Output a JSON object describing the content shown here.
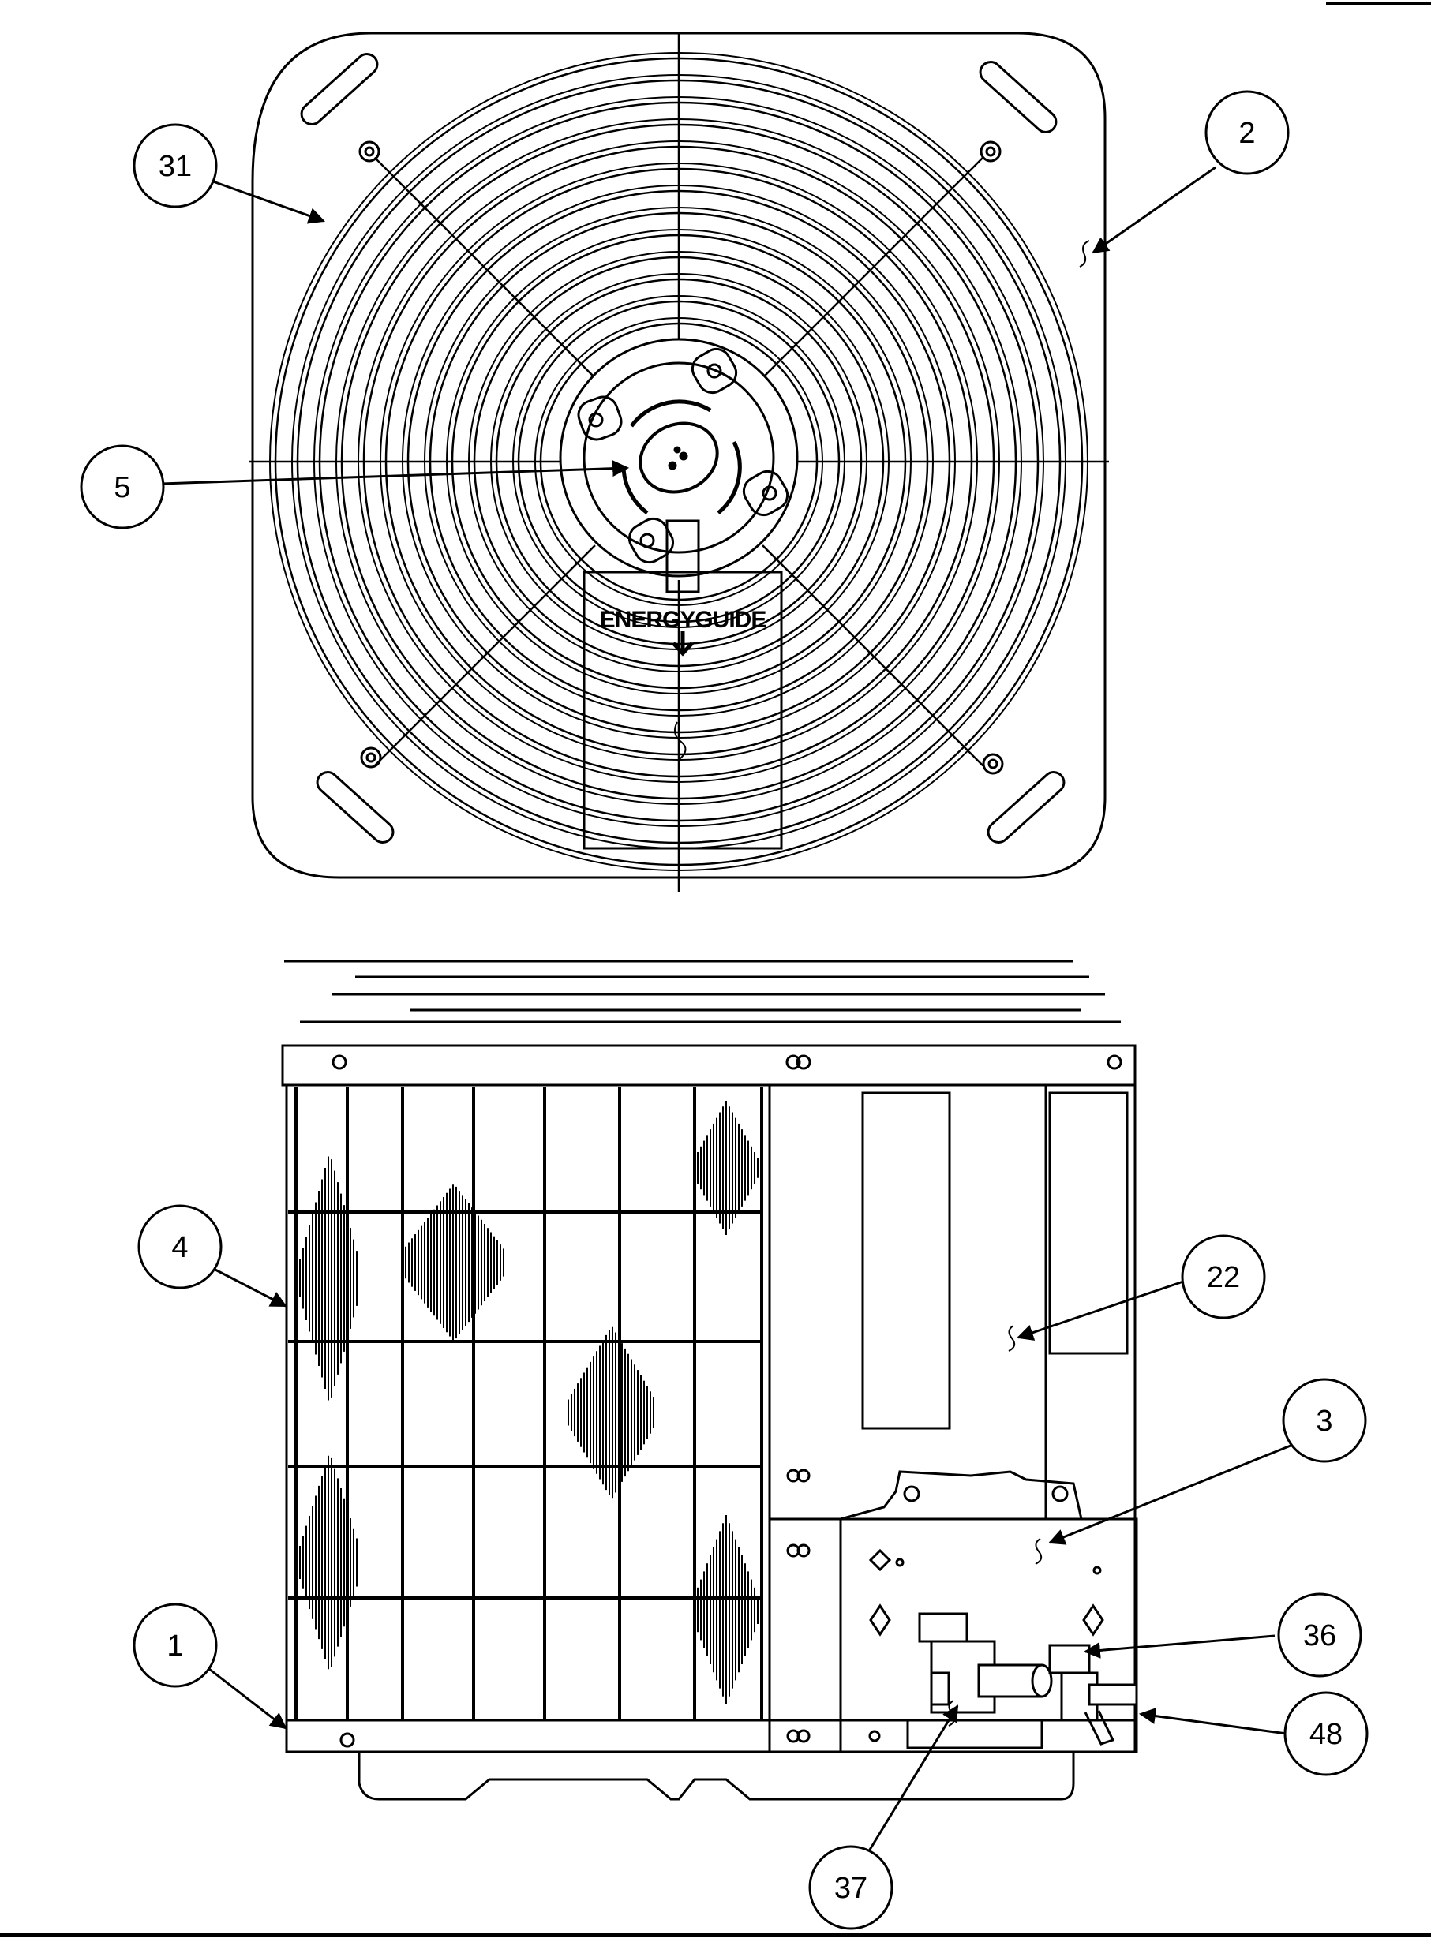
{
  "diagram": {
    "energyguide_label": "ENERGYGUIDE",
    "callouts": [
      {
        "id": "31",
        "text": "31"
      },
      {
        "id": "2",
        "text": "2"
      },
      {
        "id": "5",
        "text": "5"
      },
      {
        "id": "4",
        "text": "4"
      },
      {
        "id": "22",
        "text": "22"
      },
      {
        "id": "3",
        "text": "3"
      },
      {
        "id": "1",
        "text": "1"
      },
      {
        "id": "36",
        "text": "36"
      },
      {
        "id": "48",
        "text": "48"
      },
      {
        "id": "37",
        "text": "37"
      }
    ]
  }
}
